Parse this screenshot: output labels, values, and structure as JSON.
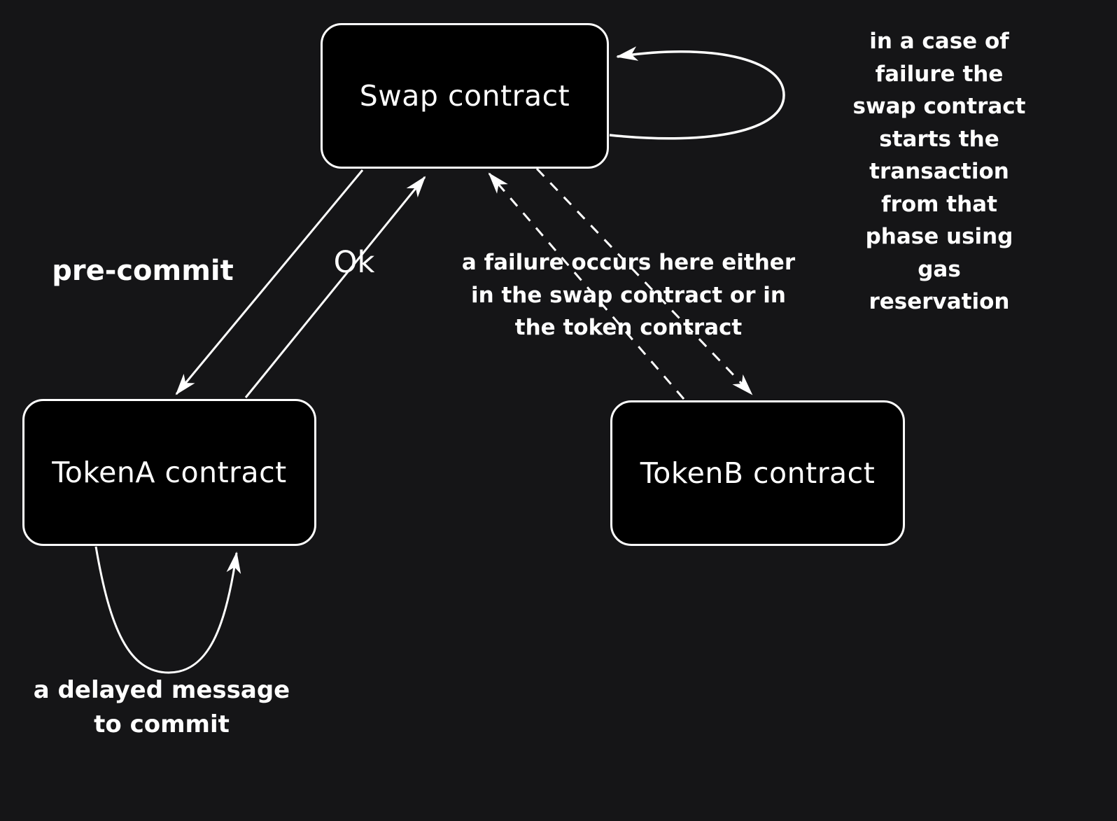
{
  "diagram": {
    "title_hint": "token swap contract flow",
    "colors": {
      "background": "#151517",
      "node_fill": "#000000",
      "stroke": "#ffffff",
      "text": "#ffffff"
    },
    "nodes": [
      {
        "id": "swap",
        "label": "Swap contract"
      },
      {
        "id": "tokenA",
        "label": "TokenA contract"
      },
      {
        "id": "tokenB",
        "label": "TokenB contract"
      }
    ],
    "edges": [
      {
        "from": "swap",
        "to": "tokenA",
        "style": "solid",
        "label": "pre-commit"
      },
      {
        "from": "tokenA",
        "to": "swap",
        "style": "solid",
        "label": "Ok"
      },
      {
        "from": "tokenB",
        "to": "swap",
        "style": "dashed",
        "label": ""
      },
      {
        "from": "swap",
        "to": "tokenB",
        "style": "dashed",
        "label": ""
      },
      {
        "from": "swap",
        "to": "swap",
        "style": "self-loop",
        "label": ""
      },
      {
        "from": "tokenA",
        "to": "tokenA",
        "style": "self-loop",
        "label": ""
      }
    ],
    "labels": {
      "pre_commit": "pre-commit",
      "ok": "Ok",
      "failure_note": "a failure occurs here either\nin the swap contract or in\nthe token contract",
      "gas_note": "in a case of failure the\nswap contract starts the\ntransaction from that\nphase using gas\nreservation",
      "delayed_note": "a delayed message\nto commit"
    }
  }
}
